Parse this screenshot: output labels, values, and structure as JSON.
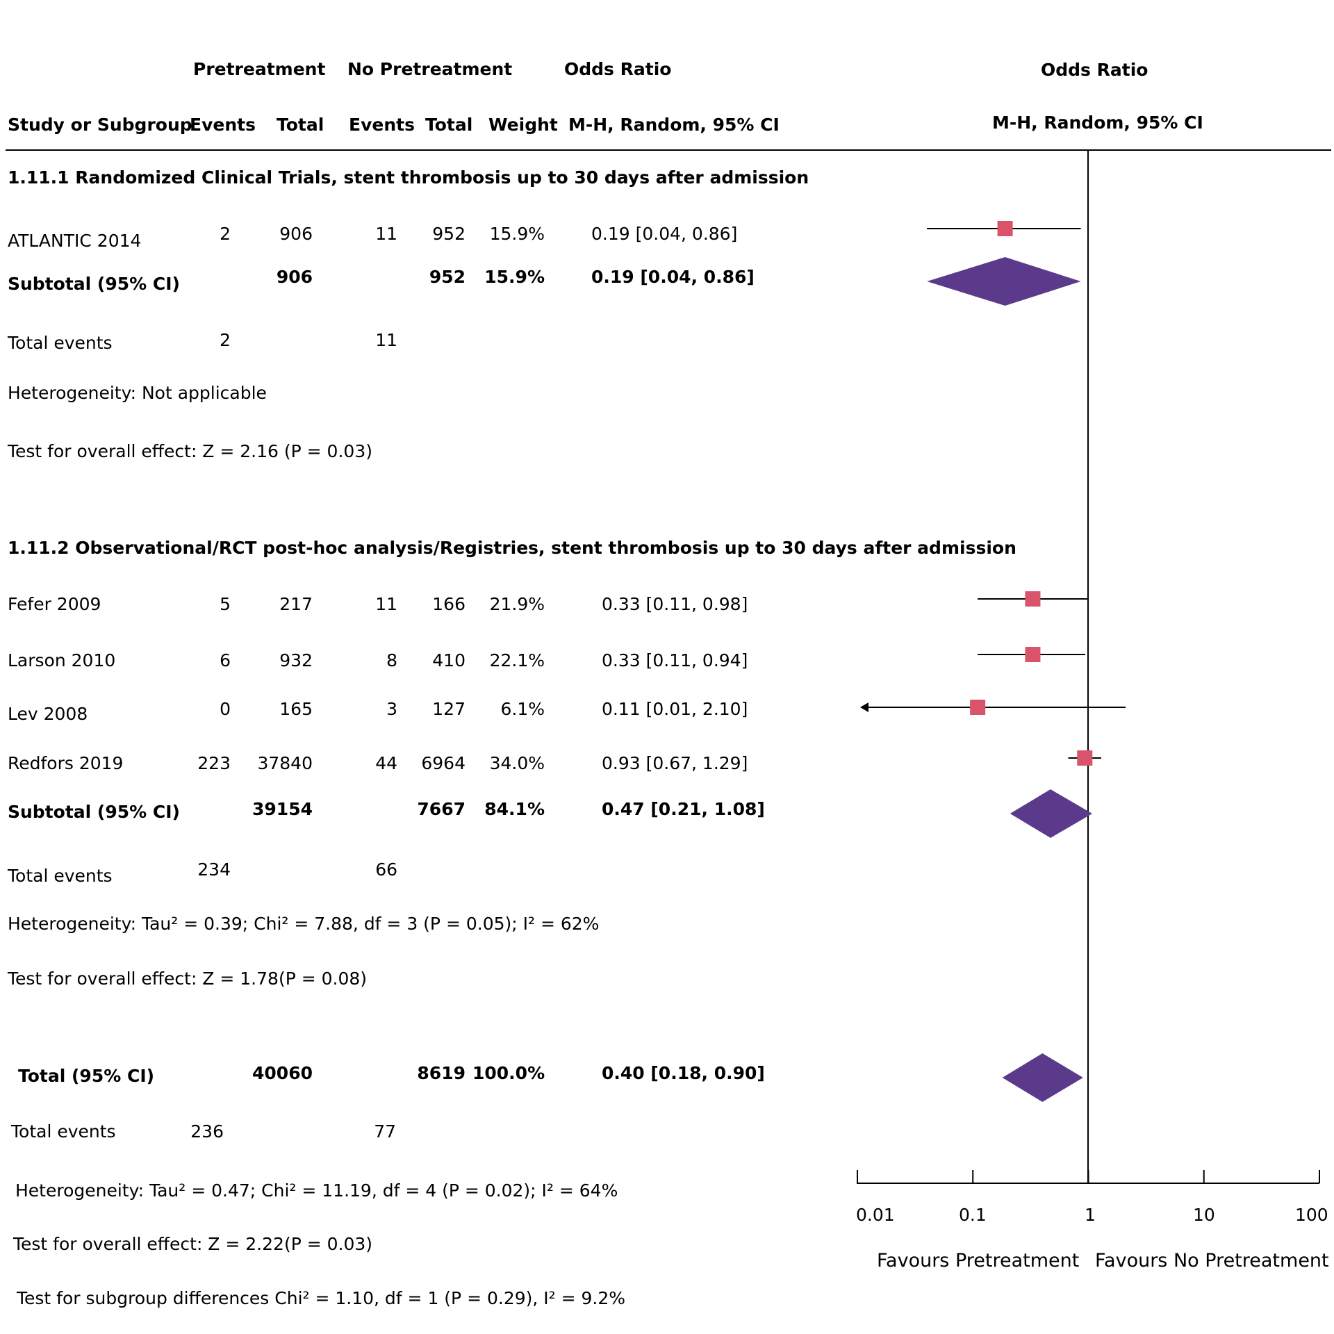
{
  "header": {
    "pretreatment": "Pretreatment",
    "no_pretreatment": "No Pretreatment",
    "odds_ratio_col": "Odds  Ratio",
    "study_or_subgroup": "Study or  Subgroup",
    "events_1": "Events",
    "total_1": "Total",
    "events_2": "Events",
    "total_2": "Total",
    "weight": "Weight",
    "method_col": "M-H, Random, 95% CI",
    "plot_title": "Odds  Ratio",
    "plot_method": "M-H, Random, 95% CI"
  },
  "subgroup1": {
    "title": "1.11.1 Randomized Clinical Trials, stent thrombosis up to 30 days after admission",
    "studies": [
      {
        "name": "ATLANTIC 2014",
        "events_pre": "2",
        "total_pre": "906",
        "events_no": "11",
        "total_no": "952",
        "weight": "15.9%",
        "ci_text": "0.19 [0.04,  0.86]"
      }
    ],
    "subtotal": {
      "label": "Subtotal (95% CI)",
      "total_pre": "906",
      "total_no": "952",
      "weight": "15.9%",
      "ci_text": "0.19 [0.04,  0.86]"
    },
    "total_events": {
      "label": "Total events",
      "pre": "2",
      "no": "11"
    },
    "heterogeneity": "Heterogeneity: Not applicable",
    "overall_effect": "Test for  overall effect: Z = 2.16 (P = 0.03)"
  },
  "subgroup2": {
    "title": "1.11.2 Observational/RCT post-hoc analysis/Registries, stent thrombosis up to 30 days after admission",
    "studies": [
      {
        "name": "Fefer 2009",
        "events_pre": "5",
        "total_pre": "217",
        "events_no": "11",
        "total_no": "166",
        "weight": "21.9%",
        "ci_text": "0.33 [0.11, 0.98]"
      },
      {
        "name": "Larson 2010",
        "events_pre": "6",
        "total_pre": "932",
        "events_no": "8",
        "total_no": "410",
        "weight": "22.1%",
        "ci_text": "0.33 [0.11, 0.94]"
      },
      {
        "name": "Lev 2008",
        "events_pre": "0",
        "total_pre": "165",
        "events_no": "3",
        "total_no": "127",
        "weight": "6.1%",
        "ci_text": "0.11 [0.01, 2.10]"
      },
      {
        "name": "Redfors 2019",
        "events_pre": "223",
        "total_pre": "37840",
        "events_no": "44",
        "total_no": "6964",
        "weight": "34.0%",
        "ci_text": "0.93 [0.67, 1.29]"
      }
    ],
    "subtotal": {
      "label": "Subtotal (95% CI)",
      "total_pre": "39154",
      "total_no": "7667",
      "weight": "84.1%",
      "ci_text": "0.47 [0.21, 1.08]"
    },
    "total_events": {
      "label": "Total events",
      "pre": "234",
      "no": "66"
    },
    "heterogeneity": "Heterogeneity: Tau² = 0.39; Chi² = 7.88, df = 3 (P = 0.05); I² = 62%",
    "overall_effect": "Test for  overall effect: Z = 1.78(P = 0.08)"
  },
  "overall": {
    "label": "Total (95% CI)",
    "total_pre": "40060",
    "total_no": "8619",
    "weight": "100.0%",
    "ci_text": "0.40 [0.18, 0.90]",
    "total_events": {
      "label": "Total events",
      "pre": "236",
      "no": "77"
    },
    "heterogeneity": "Heterogeneity: Tau² = 0.47; Chi² = 11.19, df = 4 (P = 0.02); I² = 64%",
    "overall_effect": "Test for  overall effect: Z = 2.22(P = 0.03)",
    "subgroup_diff": "Test for  subgroup differences Chi² = 1.10, df = 1 (P = 0.29), I² = 9.2%"
  },
  "axis": {
    "favours_left": "Favours Pretreatment",
    "favours_right": "Favours No Pretreatment"
  },
  "chart_data": {
    "type": "forest",
    "scale": "log",
    "xlim": [
      0.01,
      100
    ],
    "xticks": [
      0.01,
      0.1,
      1,
      10,
      100
    ],
    "xtick_labels": [
      "0.01",
      "0.1",
      "1",
      "10",
      "100"
    ],
    "null_line": 1,
    "studies": [
      {
        "name": "ATLANTIC 2014",
        "or": 0.19,
        "lower": 0.04,
        "upper": 0.86,
        "weight": 15.9
      },
      {
        "name": "Fefer 2009",
        "or": 0.33,
        "lower": 0.11,
        "upper": 0.98,
        "weight": 21.9
      },
      {
        "name": "Larson 2010",
        "or": 0.33,
        "lower": 0.11,
        "upper": 0.94,
        "weight": 22.1
      },
      {
        "name": "Lev 2008",
        "or": 0.11,
        "lower": 0.01,
        "upper": 2.1,
        "weight": 6.1
      },
      {
        "name": "Redfors 2019",
        "or": 0.93,
        "lower": 0.67,
        "upper": 1.29,
        "weight": 34.0
      }
    ],
    "pooled": [
      {
        "name": "Subtotal 1.11.1",
        "or": 0.19,
        "lower": 0.04,
        "upper": 0.86
      },
      {
        "name": "Subtotal 1.11.2",
        "or": 0.47,
        "lower": 0.21,
        "upper": 1.08
      },
      {
        "name": "Total",
        "or": 0.4,
        "lower": 0.18,
        "upper": 0.9
      }
    ],
    "colors": {
      "study_square": "#d9546a",
      "diamond": "#5b3a8c",
      "line": "#000000"
    }
  }
}
